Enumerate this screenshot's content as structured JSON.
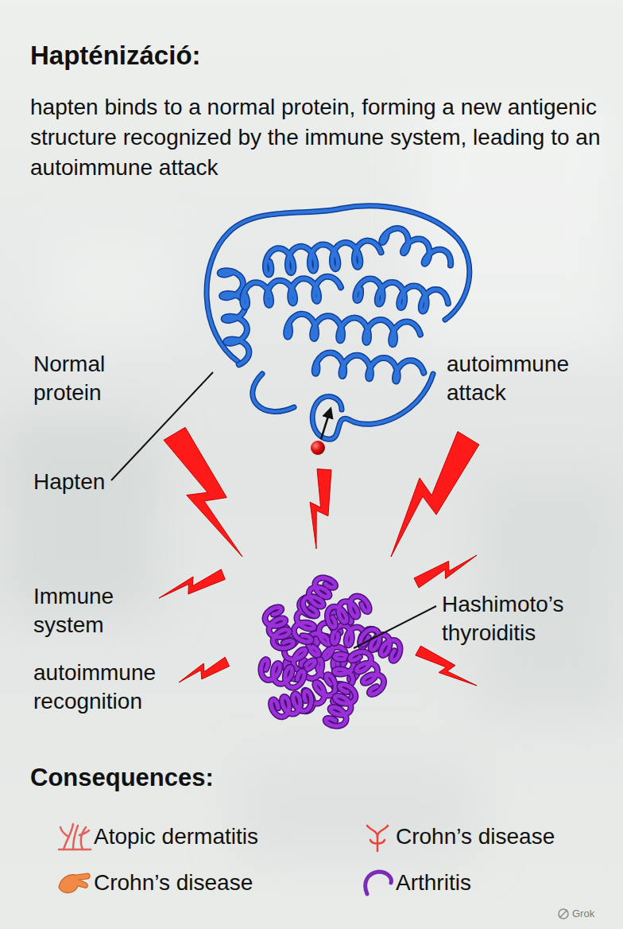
{
  "diagram": {
    "title": "Hapténizáció:",
    "labels": [
      "hapten binds to a normal protein, forming a new antigenic structure recognized by the immune system, leading to an autoimmune attack",
      "Normal protein",
      "autoimmune attack",
      "Hapten",
      "Immune system",
      "Hashimoto’s thyroiditis",
      "autoimmune recognition",
      "Consequences:",
      "Atopic dermatitis",
      "Crohn’s disease",
      "Crohn’s disease",
      "Arthritis",
      "Grok"
    ]
  }
}
